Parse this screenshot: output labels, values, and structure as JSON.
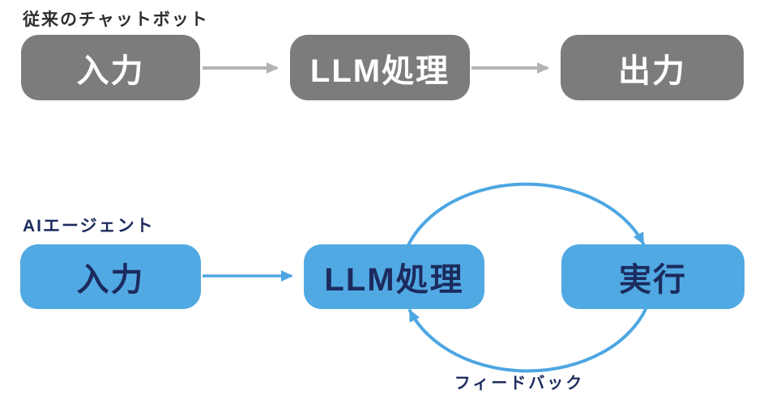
{
  "diagram_title": "",
  "top_section": {
    "label": "従来のチャットボット",
    "boxes": [
      {
        "label": "入力"
      },
      {
        "label": "LLM処理"
      },
      {
        "label": "出力"
      }
    ],
    "flow": "入力 → LLM処理 → 出力"
  },
  "bottom_section": {
    "label": "AIエージェント",
    "boxes": [
      {
        "label": "入力"
      },
      {
        "label": "LLM処理"
      },
      {
        "label": "実行"
      }
    ],
    "feedback_label": "フィードバック",
    "flow": "入力 → LLM処理 ⇄ 実行 (フィードバックループ)"
  },
  "colors": {
    "gray_box": "#7c7c7c",
    "gray_arrow": "#b3b3b3",
    "blue_box": "#51a9e3",
    "blue_arrow": "#4da6e2",
    "navy_text": "#1c2b5e",
    "top_label_text": "#2f2f2f",
    "box_text_white": "#ffffff",
    "background": "#ffffff"
  }
}
